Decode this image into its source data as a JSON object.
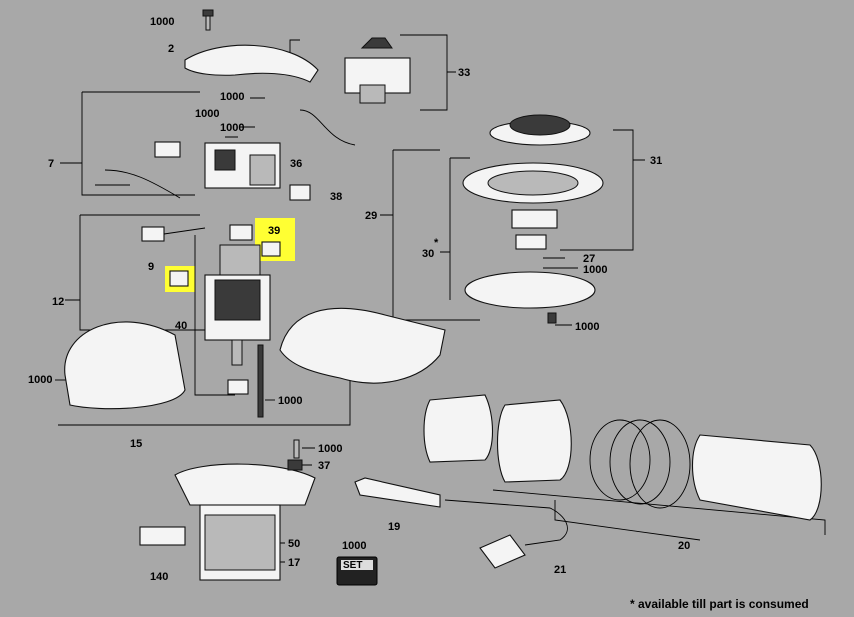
{
  "labels": [
    {
      "id": "l-1000-a",
      "text": "1000"
    },
    {
      "id": "l-2",
      "text": "2"
    },
    {
      "id": "l-33",
      "text": "33"
    },
    {
      "id": "l-1000-b",
      "text": "1000"
    },
    {
      "id": "l-1000-c",
      "text": "1000"
    },
    {
      "id": "l-1000-d",
      "text": "1000"
    },
    {
      "id": "l-7",
      "text": "7"
    },
    {
      "id": "l-36",
      "text": "36"
    },
    {
      "id": "l-38",
      "text": "38"
    },
    {
      "id": "l-31",
      "text": "31"
    },
    {
      "id": "l-29",
      "text": "29"
    },
    {
      "id": "l-star",
      "text": "*"
    },
    {
      "id": "l-30",
      "text": "30"
    },
    {
      "id": "l-27",
      "text": "27"
    },
    {
      "id": "l-1000-e",
      "text": "1000"
    },
    {
      "id": "l-39",
      "text": "39"
    },
    {
      "id": "l-9",
      "text": "9"
    },
    {
      "id": "l-12",
      "text": "12"
    },
    {
      "id": "l-40",
      "text": "40"
    },
    {
      "id": "l-1000-f",
      "text": "1000"
    },
    {
      "id": "l-1000-g",
      "text": "1000"
    },
    {
      "id": "l-1000-h",
      "text": "1000"
    },
    {
      "id": "l-15",
      "text": "15"
    },
    {
      "id": "l-1000-i",
      "text": "1000"
    },
    {
      "id": "l-37",
      "text": "37"
    },
    {
      "id": "l-50",
      "text": "50"
    },
    {
      "id": "l-17",
      "text": "17"
    },
    {
      "id": "l-140",
      "text": "140"
    },
    {
      "id": "l-19",
      "text": "19"
    },
    {
      "id": "l-20",
      "text": "20"
    },
    {
      "id": "l-21",
      "text": "21"
    },
    {
      "id": "l-1000-set",
      "text": "1000"
    },
    {
      "id": "l-set",
      "text": "SET"
    }
  ],
  "footnote": "* available till part is consumed",
  "colors": {
    "background": "#a8a8a8",
    "highlight": "#ffff33"
  }
}
